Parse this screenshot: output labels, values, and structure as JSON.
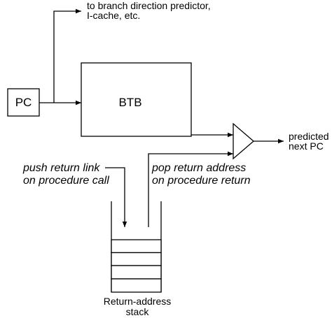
{
  "pc_box": {
    "label": "PC"
  },
  "btb_box": {
    "label": "BTB"
  },
  "top_output": {
    "line1": "to branch direction predictor,",
    "line2": "I-cache, etc."
  },
  "mux_output": {
    "line1": "predicted",
    "line2": "next PC"
  },
  "push_label": {
    "line1": "push return link",
    "line2": "on procedure call"
  },
  "pop_label": {
    "line1": "pop return address",
    "line2": "on procedure return"
  },
  "stack": {
    "line1": "Return-address",
    "line2": "stack",
    "rows": 4
  }
}
